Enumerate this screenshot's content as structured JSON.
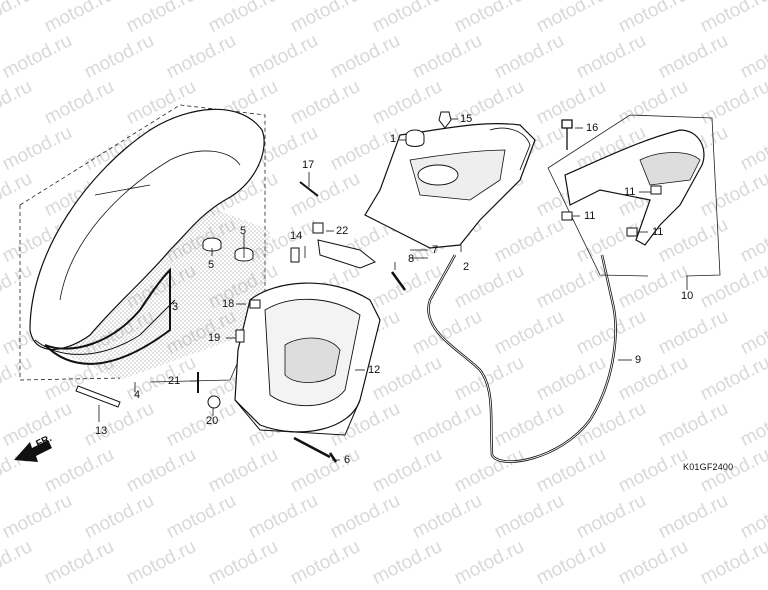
{
  "watermark": "motod.ru",
  "diagram_code": "K01GF2400",
  "direction_label": "FR.",
  "callouts": {
    "n1": "1",
    "n2": "2",
    "n3": "3",
    "n4": "4",
    "n5a": "5",
    "n5b": "5",
    "n6": "6",
    "n7": "7",
    "n8": "8",
    "n9": "9",
    "n10": "10",
    "n11a": "11",
    "n11b": "11",
    "n11c": "11",
    "n12": "12",
    "n13": "13",
    "n14": "14",
    "n15": "15",
    "n16": "16",
    "n17": "17",
    "n18": "18",
    "n19": "19",
    "n20": "20",
    "n21": "21",
    "n22": "22"
  }
}
